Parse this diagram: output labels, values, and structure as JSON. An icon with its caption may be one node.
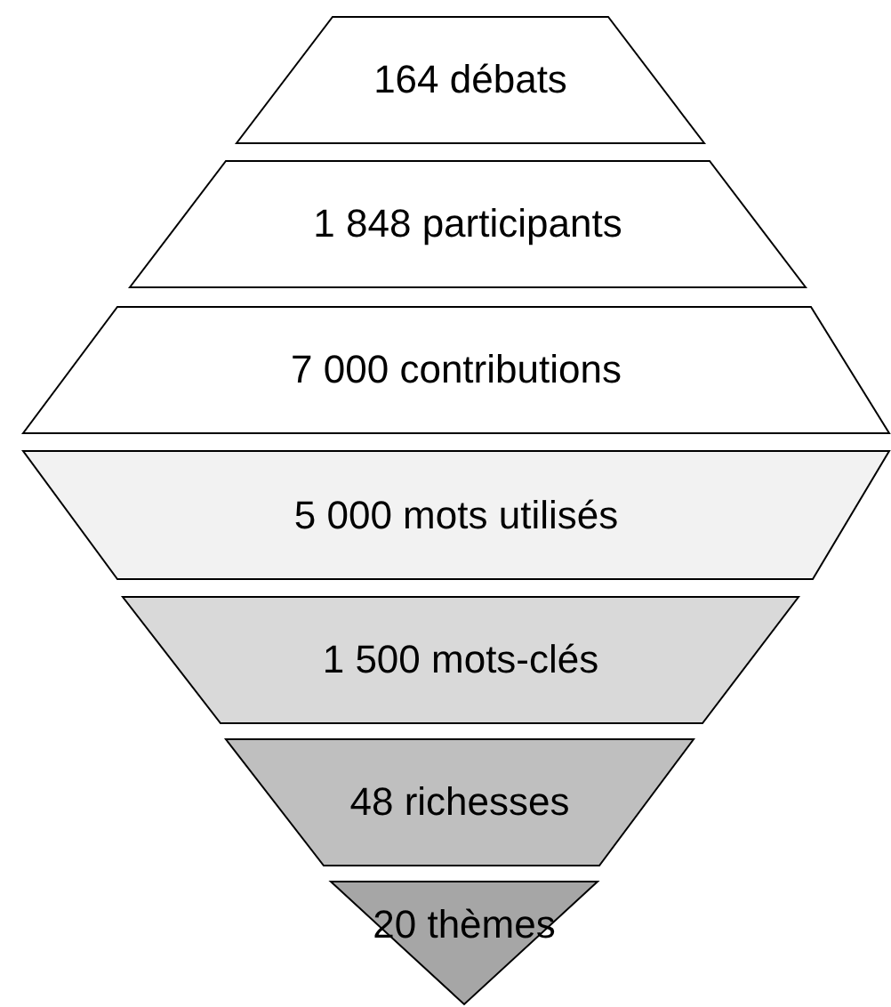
{
  "diagram": {
    "nodes": [
      {
        "text": [
          "164 débats"
        ]
      },
      {
        "text": [
          "1 848 participants"
        ]
      },
      {
        "text": [
          "7 000 contributions"
        ]
      },
      {
        "text": [
          "5 000 mots utilisés"
        ]
      },
      {
        "text": [
          "1 500 mots-clés"
        ]
      },
      {
        "text": [
          "48 richesses"
        ]
      },
      {
        "text": [
          "20 thèmes"
        ]
      }
    ]
  }
}
